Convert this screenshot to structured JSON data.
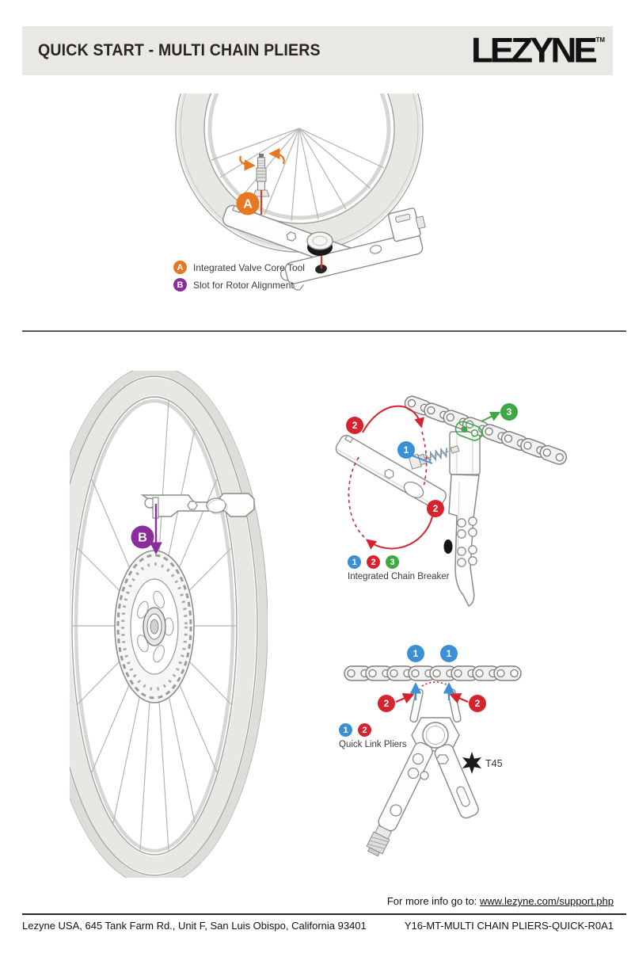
{
  "header": {
    "title": "QUICK START - MULTI CHAIN PLIERS",
    "brand": "LEZYNE",
    "trademark": "TM"
  },
  "markers": {
    "a": "A",
    "b": "B",
    "one": "1",
    "two": "2",
    "three": "3"
  },
  "valve_section": {
    "labels": [
      {
        "marker": "A",
        "text": "Integrated Valve Core Tool"
      },
      {
        "marker": "B",
        "text": "Slot for Rotor Alignment"
      }
    ]
  },
  "chain_breaker_section": {
    "caption": "Integrated Chain Breaker"
  },
  "quick_link_section": {
    "caption": "Quick Link Pliers",
    "torx": "T45"
  },
  "footer": {
    "info_prefix": "For more info go to: ",
    "info_url": "www.lezyne.com/support.php",
    "address": "Lezyne USA, 645 Tank Farm Rd., Unit F, San Luis Obispo, California 93401",
    "doc_code": "Y16-MT-MULTI CHAIN PLIERS-QUICK-R0A1"
  },
  "colors": {
    "header_band": "#E9E8E5",
    "orange": "#E87722",
    "purple": "#8A2E9B",
    "blue": "#3B8FD4",
    "red": "#D6232E",
    "green": "#3FA845"
  }
}
